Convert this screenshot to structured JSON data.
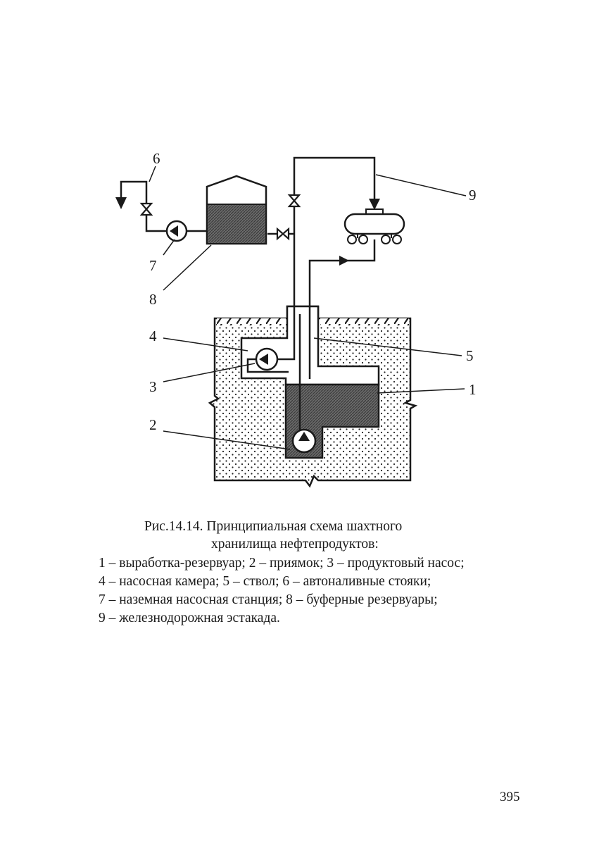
{
  "figure": {
    "labels": {
      "n1": "1",
      "n2": "2",
      "n3": "3",
      "n4": "4",
      "n5": "5",
      "n6": "6",
      "n7": "7",
      "n8": "8",
      "n9": "9"
    }
  },
  "caption": {
    "title_line1": "Рис.14.14. Принципиальная схема шахтного",
    "title_line2": "хранилища нефтепродуктов:",
    "legend_line1": "1 – выработка-резервуар; 2 – приямок; 3 – продуктовый насос;",
    "legend_line2": "4 – насосная камера; 5 – ствол; 6 – автоналивные стояки;",
    "legend_line3": "7 – наземная насосная станция; 8 – буферные резервуары;",
    "legend_line4": "9 – железнодорожная эстакада."
  },
  "page": {
    "number": "395"
  }
}
